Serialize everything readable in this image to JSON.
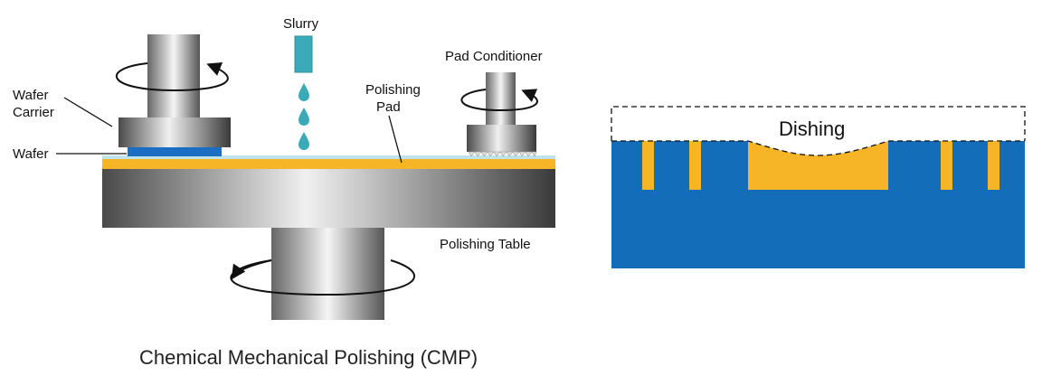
{
  "cmp": {
    "labels": {
      "slurry": "Slurry",
      "pad_conditioner": "Pad Conditioner",
      "wafer_carrier_1": "Wafer",
      "wafer_carrier_2": "Carrier",
      "polishing_pad_1": "Polishing",
      "polishing_pad_2": "Pad",
      "wafer": "Wafer",
      "polishing_table": "Polishing Table"
    },
    "caption": "Chemical Mechanical Polishing (CMP)"
  },
  "dishing": {
    "label": "Dishing"
  },
  "colors": {
    "wafer": "#1b6fc2",
    "pad": "#f5b526",
    "slurry": "#3aaab8",
    "substrate": "#136db8",
    "metal": "#f5b526"
  }
}
